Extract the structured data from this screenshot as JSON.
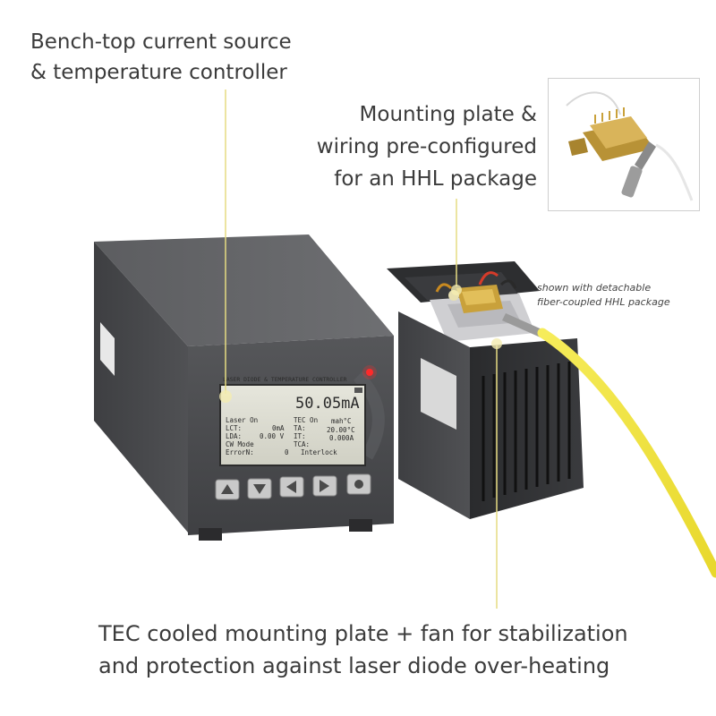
{
  "captions": {
    "controller": [
      "Bench-top current source",
      "& temperature controller"
    ],
    "mounting": [
      "Mounting plate &",
      "wiring pre-configured",
      "for an HHL package"
    ],
    "note": [
      "shown with detachable",
      "fiber-coupled HHL package"
    ],
    "bottom": [
      "TEC cooled mounting plate + fan for stabilization",
      "and protection against laser diode over-heating"
    ]
  },
  "display": {
    "header": "LASER DIODE & TEMPERATURE CONTROLLER",
    "current": "50.05mA",
    "laser_on": "Laser On",
    "tec_on": "TEC On",
    "ld_label": "LCT:",
    "ld_unit": "0mA",
    "ld_voltage": "0.00 V",
    "ta_label": "TA:",
    "ta_unit": "mah°C",
    "tset_value": "20.00°C",
    "lda_label": "LDA:",
    "it_label": "IT:",
    "it_value": "0.000A",
    "cw_mode": "CW Mode",
    "tca_label": "TCA:",
    "error_label": "ErrorN:",
    "error_value": "0",
    "interlock": "Interlock"
  },
  "buttons": [
    "up-arrow",
    "down-arrow",
    "left-arrow",
    "right-arrow",
    "select-circle"
  ],
  "colors": {
    "caption": "#3b3b3b",
    "leader_line": "#e6dc82",
    "fiber": "#f2e636",
    "housing": "#4a4b4e",
    "lcd": "#dcdcd2",
    "led": "#ff2a2a"
  }
}
